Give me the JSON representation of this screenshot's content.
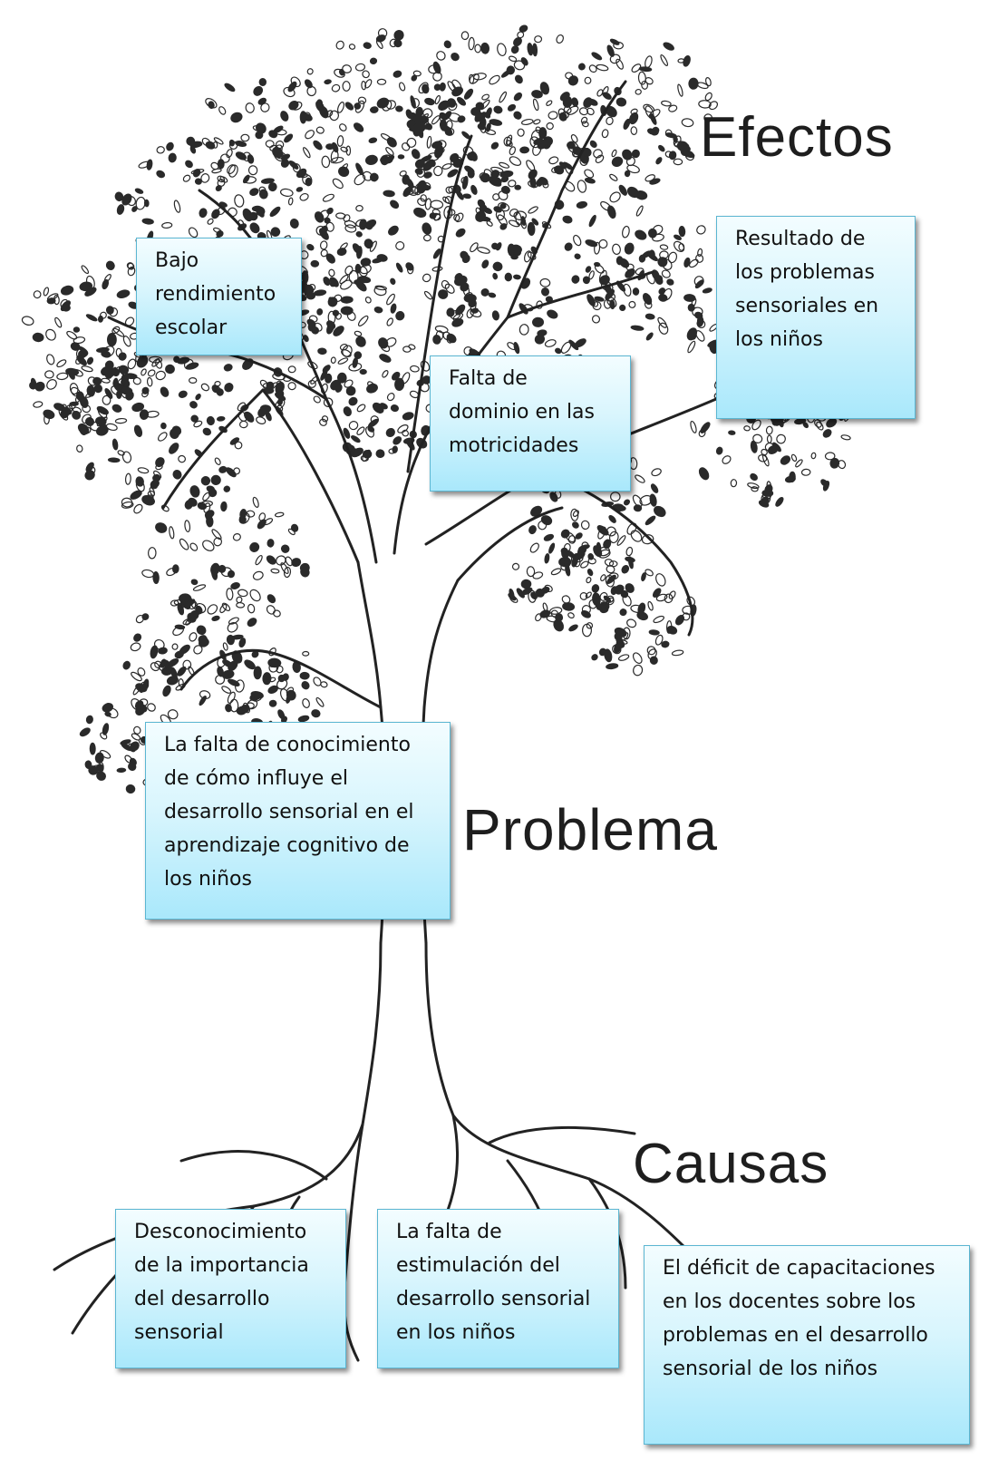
{
  "labels": {
    "effects": "Efectos",
    "problem": "Problema",
    "causes": "Causas"
  },
  "effects": [
    "Bajo\nrendimiento\nescolar",
    "Falta de\ndominio en las\nmotricidades",
    "Resultado de\nlos problemas\nsensoriales en\nlos niños"
  ],
  "problem": "La falta de conocimiento\nde cómo influye el\ndesarrollo sensorial  en el\naprendizaje cognitivo de\nlos niños",
  "causes": [
    "Desconocimiento\nde la importancia\ndel desarrollo\nsensorial",
    "La falta de\nestimulación del\ndesarrollo sensorial\nen los niños",
    "El déficit de capacitaciones\nen los docentes sobre los\nproblemas en el desarrollo\nsensorial de los niños"
  ],
  "colors": {
    "box_top": "#f3fdff",
    "box_bottom": "#a9e8fb",
    "box_border": "#5bb6d2",
    "ink": "#1e1e1e"
  }
}
